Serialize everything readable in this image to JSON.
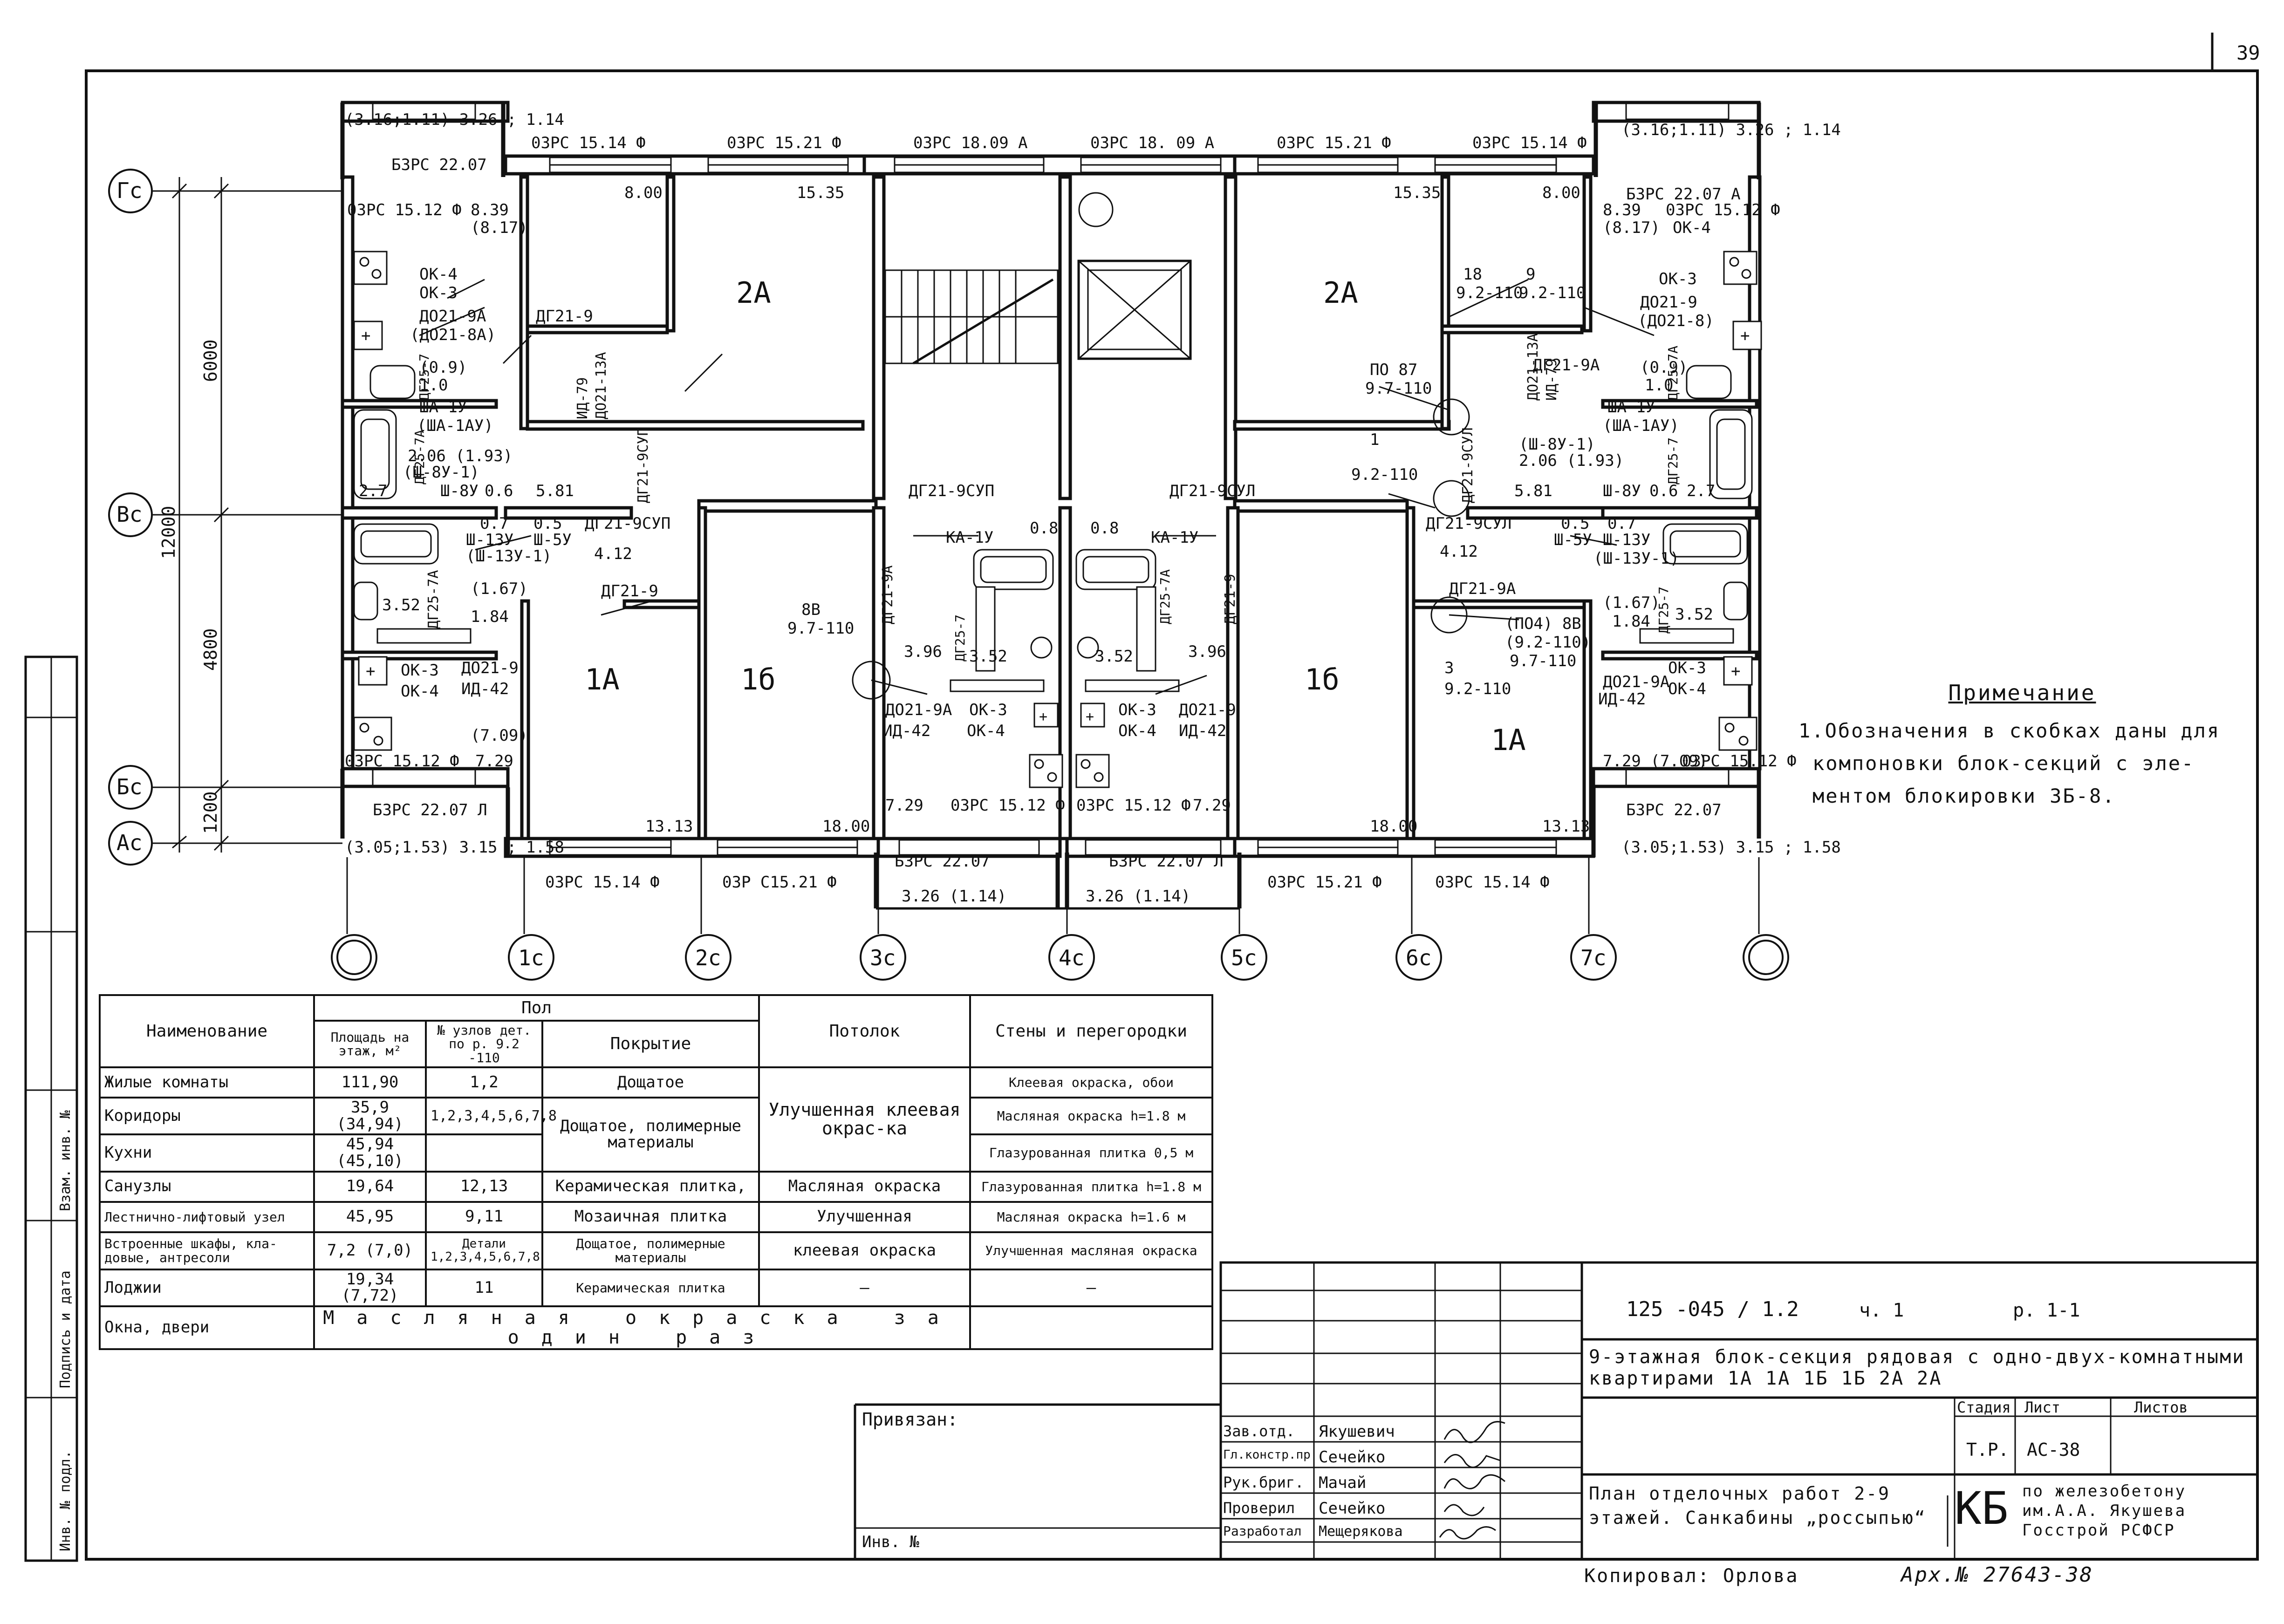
{
  "sheet": {
    "page_number": "39"
  },
  "plan": {
    "rooms": [
      {
        "id": "2a-left",
        "label": "2А"
      },
      {
        "id": "2a-right",
        "label": "2А"
      },
      {
        "id": "1a-left",
        "label": "1А"
      },
      {
        "id": "1b-left",
        "label": "1б"
      },
      {
        "id": "1b-right",
        "label": "1б"
      },
      {
        "id": "1a-right",
        "label": "1А"
      }
    ],
    "axes_bottom": [
      "",
      "1с",
      "2с",
      "3с",
      "4с",
      "5с",
      "6с",
      "7с",
      ""
    ],
    "axes_left": [
      "Гс",
      "Вс",
      "Бс",
      "Ас"
    ],
    "dimensions": {
      "total": "12000",
      "upper": "6000",
      "middle": "4800",
      "lower": "1200"
    },
    "labels": [
      "(3.16;1.11) 3.26 ; 1.14",
      "Б3РС 22.07",
      "03РС 15.14 Ф",
      "03РС 15.21 Ф",
      "03РС 18.09 А",
      "03РС 18. 09 А",
      "03РС 15.21 Ф",
      "03РС 15.14 Ф",
      "(3.16;1.11) 3.26 ; 1.14",
      "Б3РС 22.07 А",
      "8.00",
      "15.35",
      "15.35",
      "8.00",
      "03РС 15.12 Ф",
      "8.39",
      "(8.17)",
      "8.39",
      "03РС 15.12 Ф",
      "(8.17)",
      "ОК-4",
      "ОК-3",
      "ДО21-9А",
      "(ДО21-8А)",
      "(0.9)",
      "1.0",
      "ДГ25-7",
      "ДГ21-9",
      "ИД-79",
      "ДО21-13А",
      "ДО21-9",
      "(ДО21-8)",
      "ОК-4",
      "ОК-3",
      "18",
      "9",
      "9.2-110",
      "9.2-110",
      "ДГ21-9А",
      "ДО21-13А",
      "ИД-79",
      "(0.9)",
      "1.0",
      "ДГ25-7А",
      "ПО 87",
      "9.7-110",
      "ША-1У",
      "(ША-1АУ)",
      "2.06 (1.93)",
      "(Ш-8У-1)",
      "Ш-8У",
      "0.6",
      "2.7",
      "ДГ25-7А",
      "5.81",
      "ДГ21-9СУП",
      "ША-1У",
      "(ША-1АУ)",
      "(Ш-8У-1)",
      "2.06 (1.93)",
      "Ш-8У",
      "0.6",
      "2.7",
      "ДГ25-7",
      "5.81",
      "ДГ21-9СУЛ",
      "1",
      "9.2-110",
      "ДГ21-9СУП",
      "ДГ21-9СУЛ",
      "0.7",
      "Ш-13У",
      "(Ш-13У-1)",
      "0.5",
      "Ш-5У",
      "ДГ21-9СУП",
      "4.12",
      "ДГ25-7А",
      "3.52",
      "(1.67)",
      "1.84",
      "ДГ21-9",
      "ОК-3",
      "ОК-4",
      "ДО21-9",
      "ИД-42",
      "(7.09)",
      "03РС 15.12 Ф",
      "7.29",
      "Б3РС 22.07 Л",
      "13.13",
      "КА-1У",
      "0.8",
      "ДГ21-9А",
      "8В",
      "9.7-110",
      "3.96",
      "ДГ25-7",
      "3.52",
      "ДО21-9А",
      "ИД-42",
      "ОК-3",
      "ОК-4",
      "7.29",
      "03РС 15.12 Ф",
      "18.00",
      "0.8",
      "КА-1У",
      "ДГ25-7А",
      "3.52",
      "3.96",
      "ДГ21-9",
      "ОК-3",
      "ОК-4",
      "ДО21-9",
      "ИД-42",
      "03РС 15.12 Ф",
      "7.29",
      "ДГ21-9СУЛ",
      "0.5",
      "Ш-5У",
      "0.7",
      "Ш-13У",
      "(Ш-13У-1)",
      "4.12",
      "ДГ21-9А",
      "(ПО4) 8В",
      "(9.2-110)",
      "9.7-110",
      "3",
      "9.2-110",
      "(1.67)",
      "1.84",
      "ДГ25-7",
      "3.52",
      "ДО21-9А",
      "ИД-42",
      "ОК-3",
      "ОК-4",
      "7.29 (7.09)",
      "03РС 15.12 Ф",
      "Б3РС 22.07",
      "13.13",
      "18.00",
      "(3.05;1.53) 3.15 ; 1.58",
      "Б3РС 22.07",
      "3.26 (1.14)",
      "Б3РС 22.07 Л",
      "3.26 (1.14)",
      "(3.05;1.53) 3.15 ; 1.58",
      "03РС 15.14 Ф",
      "03Р С15.21 Ф",
      "03РС 15.21 Ф",
      "03РС 15.14 Ф"
    ]
  },
  "note": {
    "heading": "Примечание",
    "lines": [
      "1.Обозначения в скобках даны для",
      "компоновки блок-секций с эле-",
      "ментом блокировки 3Б-8."
    ]
  },
  "finish_table": {
    "headers": {
      "name": "Наименование",
      "floor": "Пол",
      "area": "Площадь на этаж, м²",
      "nodes": "№ узлов дет. по р. 9.2 -110",
      "cover": "Покрытие",
      "ceiling": "Потолок",
      "walls": "Стены и перегородки"
    },
    "rows": [
      {
        "name": "Жилые комнаты",
        "area": "111,90",
        "nodes": "1,2",
        "cover": "Дощатое",
        "ceiling": "Улучшенная клеевая окрас-ка",
        "walls": "Клеевая окраска, обои"
      },
      {
        "name": "Коридоры",
        "area": "35,9 (34,94)",
        "nodes": "1,2,3,4,5,6,7,8",
        "cover": "Дощатое, полимерные материалы",
        "ceiling": "",
        "walls": "Масляная окраска h=1.8 м"
      },
      {
        "name": "Кухни",
        "area": "45,94 (45,10)",
        "nodes": "",
        "cover": "",
        "ceiling": "",
        "walls": "Глазурованная плитка 0,5 м"
      },
      {
        "name": "Санузлы",
        "area": "19,64",
        "nodes": "12,13",
        "cover": "Керамическая плитка,",
        "ceiling": "Масляная окраска",
        "walls": "Глазурованная плитка h=1.8 м"
      },
      {
        "name": "Лестнично-лифтовый узел",
        "area": "45,95",
        "nodes": "9,11",
        "cover": "Мозаичная плитка",
        "ceiling": "Улучшенная",
        "walls": "Масляная окраска h=1.6 м"
      },
      {
        "name": "Встроенные шкафы, кла-довые, антресоли",
        "area": "7,2 (7,0)",
        "nodes": "Детали 1,2,3,4,5,6,7,8",
        "cover": "Дощатое, полимерные материалы",
        "ceiling": "клеевая окраска",
        "walls": "Улучшенная масляная окраска"
      },
      {
        "name": "Лоджии",
        "area": "19,34 (7,72)",
        "nodes": "11",
        "cover": "Керамическая плитка",
        "ceiling": "—",
        "walls": "—"
      },
      {
        "name": "Окна, двери",
        "span": "Масляная окраска за один раз"
      }
    ]
  },
  "title_block": {
    "project_code": "125 -045 / 1.2",
    "part": "ч. 1",
    "section": "р. 1-1",
    "building_title": "9-этажная блок-секция рядовая с одно-двух-комнатными квартирами 1А 1А 1Б 1Б 2А 2А",
    "stage_label": "Стадия",
    "sheet_label": "Лист",
    "sheets_label": "Листов",
    "stage": "Т.Р.",
    "sheet": "АС-38",
    "sheets": "",
    "sheet_title": "План отделочных работ 2-9 этажей. Санкабины „россыпью“",
    "org_short": "КБ",
    "org_name": "по железобетону им.А.А. Якушева Госстрой РСФСР",
    "binding_label": "Привязан:",
    "inv_label": "Инв. №",
    "roles": [
      {
        "role": "Зав.отд.",
        "name": "Якушевич"
      },
      {
        "role": "Гл.констр.пр",
        "name": "Сечейко"
      },
      {
        "role": "Рук.бриг.",
        "name": "Мачай"
      },
      {
        "role": "Проверил",
        "name": "Сечейко"
      },
      {
        "role": "Разработал",
        "name": "Мещерякова"
      }
    ],
    "copied_by": "Копировал: Орлова",
    "archive_number": "Арх.№ 27643-38"
  },
  "side_stamp": {
    "labels": [
      "Инв. № подл.",
      "Подпись и дата",
      "Взам. инв. №"
    ]
  }
}
